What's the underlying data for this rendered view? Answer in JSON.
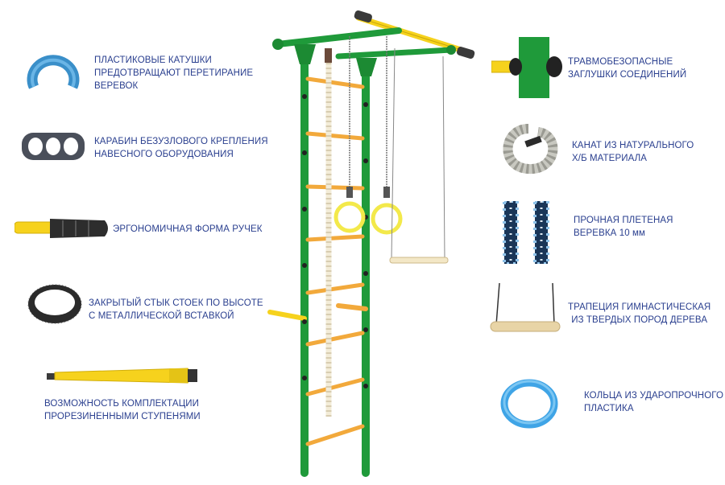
{
  "features_left": [
    {
      "id": "reels",
      "lines": [
        "ПЛАСТИКОВЫЕ КАТУШКИ",
        "ПРЕДОТВРАЩАЮТ ПЕРЕТИРАНИЕ",
        "ВЕРЕВОК"
      ],
      "icon": "plastic-reel-icon"
    },
    {
      "id": "carabiner",
      "lines": [
        "КАРАБИН БЕЗУЗЛОВОГО КРЕПЛЕНИЯ",
        "НАВЕСНОГО ОБОРУДОВАНИЯ"
      ],
      "icon": "carabiner-icon"
    },
    {
      "id": "handle",
      "lines": [
        "ЭРГОНОМИЧНАЯ ФОРМА РУЧЕК"
      ],
      "icon": "handle-grip-icon"
    },
    {
      "id": "joint",
      "lines": [
        "ЗАКРЫТЫЙ СТЫК СТОЕК ПО ВЫСОТЕ",
        "С МЕТАЛЛИЧЕСКОЙ ВСТАВКОЙ"
      ],
      "icon": "joint-ring-icon"
    },
    {
      "id": "rungs",
      "lines": [
        "ВОЗМОЖНОСТЬ КОМПЛЕКТАЦИИ",
        "ПРОРЕЗИНЕННЫМИ СТУПЕНЯМИ"
      ],
      "icon": "rubber-rung-icon"
    }
  ],
  "features_right": [
    {
      "id": "caps",
      "lines": [
        "ТРАВМОБЕЗОПАСНЫЕ",
        "ЗАГЛУШКИ СОЕДИНЕНИЙ"
      ],
      "icon": "safety-cap-icon"
    },
    {
      "id": "rope",
      "lines": [
        "КАНАТ ИЗ НАТУРАЛЬНОГО",
        "Х/Б МАТЕРИАЛА"
      ],
      "icon": "rope-icon"
    },
    {
      "id": "braided",
      "lines": [
        "ПРОЧНАЯ ПЛЕТЕНАЯ",
        "ВЕРЕВКА 10 мм"
      ],
      "icon": "braided-cord-icon"
    },
    {
      "id": "trapeze",
      "lines": [
        "ТРАПЕЦИЯ ГИМНАСТИЧЕСКАЯ",
        "ИЗ ТВЕРДЫХ ПОРОД ДЕРЕВА"
      ],
      "icon": "trapeze-icon"
    },
    {
      "id": "rings",
      "lines": [
        "КОЛЬЦА ИЗ УДАРОПРОЧНОГО",
        "ПЛАСТИКА"
      ],
      "icon": "plastic-ring-icon"
    }
  ],
  "colors": {
    "text": "#2a3f8f",
    "frame_green": "#1f9a3a",
    "rung_orange": "#f2a93b",
    "bar_yellow": "#f6d21d",
    "reel_blue": "#3a8fc9",
    "ring_blue": "#3fa4e6"
  }
}
